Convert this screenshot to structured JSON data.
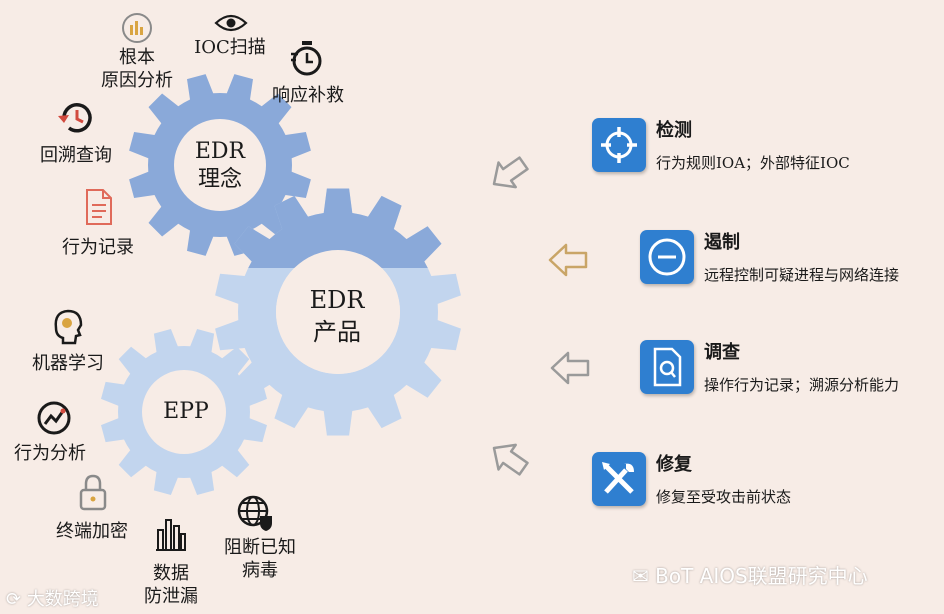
{
  "gears": {
    "concept": [
      "EDR",
      "理念"
    ],
    "product": [
      "EDR",
      "产品"
    ],
    "epp": "EPP"
  },
  "concept_items": {
    "root_cause": [
      "根本",
      "原因分析"
    ],
    "ioc_scan": "IOC扫描",
    "response": "响应补救",
    "retrospect": "回溯查询",
    "behavior_record": "行为记录"
  },
  "epp_items": {
    "ml": "机器学习",
    "behavior_analysis": "行为分析",
    "endpoint_encryption": "终端加密",
    "data_leak": [
      "数据",
      "防泄漏"
    ],
    "block_virus": [
      "阻断已知",
      "病毒"
    ]
  },
  "capabilities": [
    {
      "title": "检测",
      "desc": "行为规则IOA；外部特征IOC",
      "icon": "crosshair-icon",
      "arrow_color": "#9a9a9a"
    },
    {
      "title": "遏制",
      "desc": "远程控制可疑进程与网络连接",
      "icon": "block-icon",
      "arrow_color": "#c9a567"
    },
    {
      "title": "调查",
      "desc": "操作行为记录；溯源分析能力",
      "icon": "document-search-icon",
      "arrow_color": "#9a9a9a"
    },
    {
      "title": "修复",
      "desc": "修复至受攻击前状态",
      "icon": "tools-icon",
      "arrow_color": "#9a9a9a"
    }
  ],
  "watermarks": {
    "left": "大数跨境",
    "right": "BoT AIOS联盟研究中心"
  },
  "colors": {
    "gear_dark": "#8aa9d9",
    "gear_light": "#c2d5ee",
    "hub": "#f7ece6",
    "accent": "#2f7fd0"
  }
}
